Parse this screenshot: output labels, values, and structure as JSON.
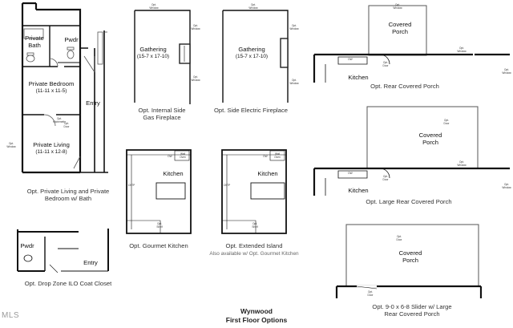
{
  "title": {
    "line1": "Wynwood",
    "line2": "First Floor Options"
  },
  "watermark": "MLS",
  "captions": {
    "private_living": [
      "Opt. Private Living and Private",
      "Bedroom w/ Bath"
    ],
    "gas_fireplace": [
      "Opt. Internal Side",
      "Gas Fireplace"
    ],
    "electric_fireplace": "Opt.  Side Electric Fireplace",
    "rear_porch": "Opt. Rear Covered Porch",
    "large_porch": "Opt. Large Rear Covered Porch",
    "gourmet_kitchen": "Opt. Gourmet Kitchen",
    "extended_island": "Opt. Extended Island",
    "extended_island_note": "Also available w/ Opt. Gourmet Kitchen",
    "drop_zone": "Opt. Drop Zone ILO Coat Closet",
    "slider": [
      "Opt. 9-0 x 6-8 Slider w/ Large",
      "Rear Covered Porch"
    ]
  },
  "rooms": {
    "private_bath": [
      "Private",
      "Bath"
    ],
    "pwdr": "Pwdr",
    "private_bedroom": [
      "Private Bedroom",
      "(11-11 x 11-5)"
    ],
    "entry": "Entry",
    "private_living": [
      "Private Living",
      "(11-11 x 12-8)"
    ],
    "gathering": [
      "Gathering",
      "(15-7 x 17-10)"
    ],
    "kitchen": "Kitchen",
    "covered_porch": [
      "Covered",
      "Porch"
    ]
  },
  "small_labels": {
    "window": "Window",
    "opt_window": [
      "Opt.",
      "Window"
    ],
    "opt_door": [
      "Opt.",
      "Door"
    ],
    "opt_kitchenette": [
      "Opt.",
      "Kitchenette"
    ],
    "wall_oven": [
      "Wall",
      "Oven"
    ],
    "dw": "DW",
    "shelf": [
      "Opt.",
      "Shelf"
    ],
    "cktp": "CKTP",
    "dw_short": "DW",
    "d": "D"
  }
}
